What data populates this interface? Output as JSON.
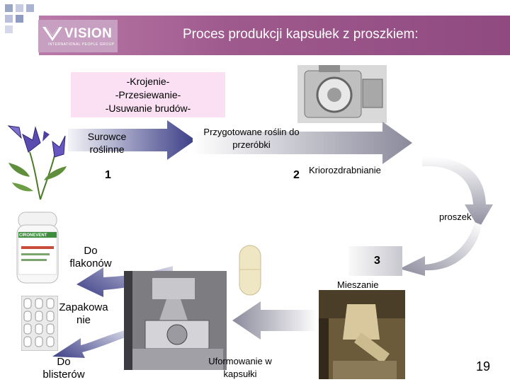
{
  "header": {
    "title": "Proces produkcji kapsułek z proszkiem:",
    "logo_text": "VISION",
    "logo_subtext": "INTERNATIONAL PEOPLE GROUP"
  },
  "steps_box": {
    "lines": [
      "-Krojenie-",
      "-Przesiewanie-",
      "-Usuwanie brudów-"
    ]
  },
  "labels": {
    "raw_plants": "Surowce roślinne",
    "prepared_plants": "Przygotowane roślin do przeróbki",
    "cryo": "Kriorozdrabnianie",
    "powder": "proszek",
    "to_bottles": "Do flakonów",
    "mixing": "Mieszanie",
    "packaging": "Zapakowa nie",
    "to_blisters": "Do blisterów",
    "forming": "Uformowanie w kapsułki"
  },
  "numbers": {
    "n1": "1",
    "n2": "2",
    "n3": "3"
  },
  "page_number": "19",
  "bottle_label": "CIRONEVENT",
  "colors": {
    "header": "#9f5a8d",
    "pink_box": "#fbe0f4",
    "arrow_gray": "#8a8a9c",
    "arrow_blue": "#3b3e86"
  }
}
